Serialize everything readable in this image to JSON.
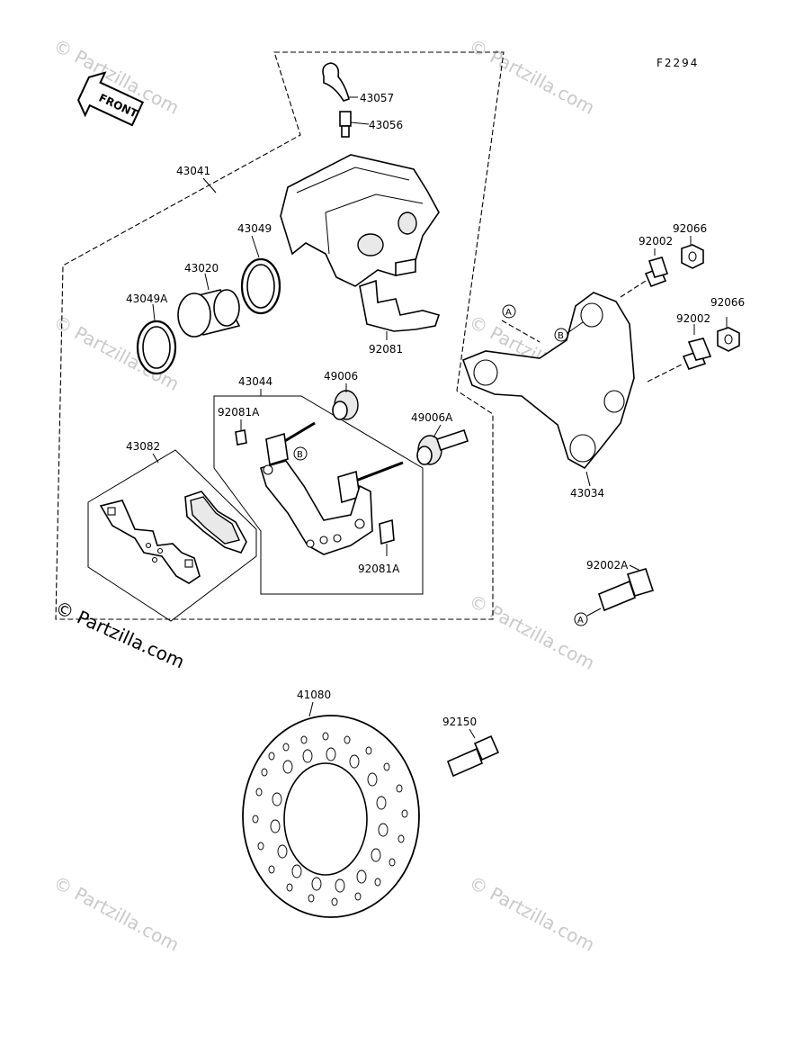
{
  "figure_code": "F2294",
  "front_label": "FRONT",
  "copyright_main": "© Partzilla.com",
  "watermark": "© Partzilla.com",
  "callouts": {
    "A": "A",
    "B": "B"
  },
  "parts": {
    "p43057": "43057",
    "p43056": "43056",
    "p43041": "43041",
    "p43049": "43049",
    "p43020": "43020",
    "p43049A": "43049A",
    "p92081": "92081",
    "p43044": "43044",
    "p49006": "49006",
    "p92081A_top": "92081A",
    "p49006A": "49006A",
    "p43082": "43082",
    "p92081A_bottom": "92081A",
    "p92066_top": "92066",
    "p92002_top": "92002",
    "p92066_bottom": "92066",
    "p92002_bottom": "92002",
    "p43034": "43034",
    "p92002A": "92002A",
    "p41080": "41080",
    "p92150": "92150"
  }
}
